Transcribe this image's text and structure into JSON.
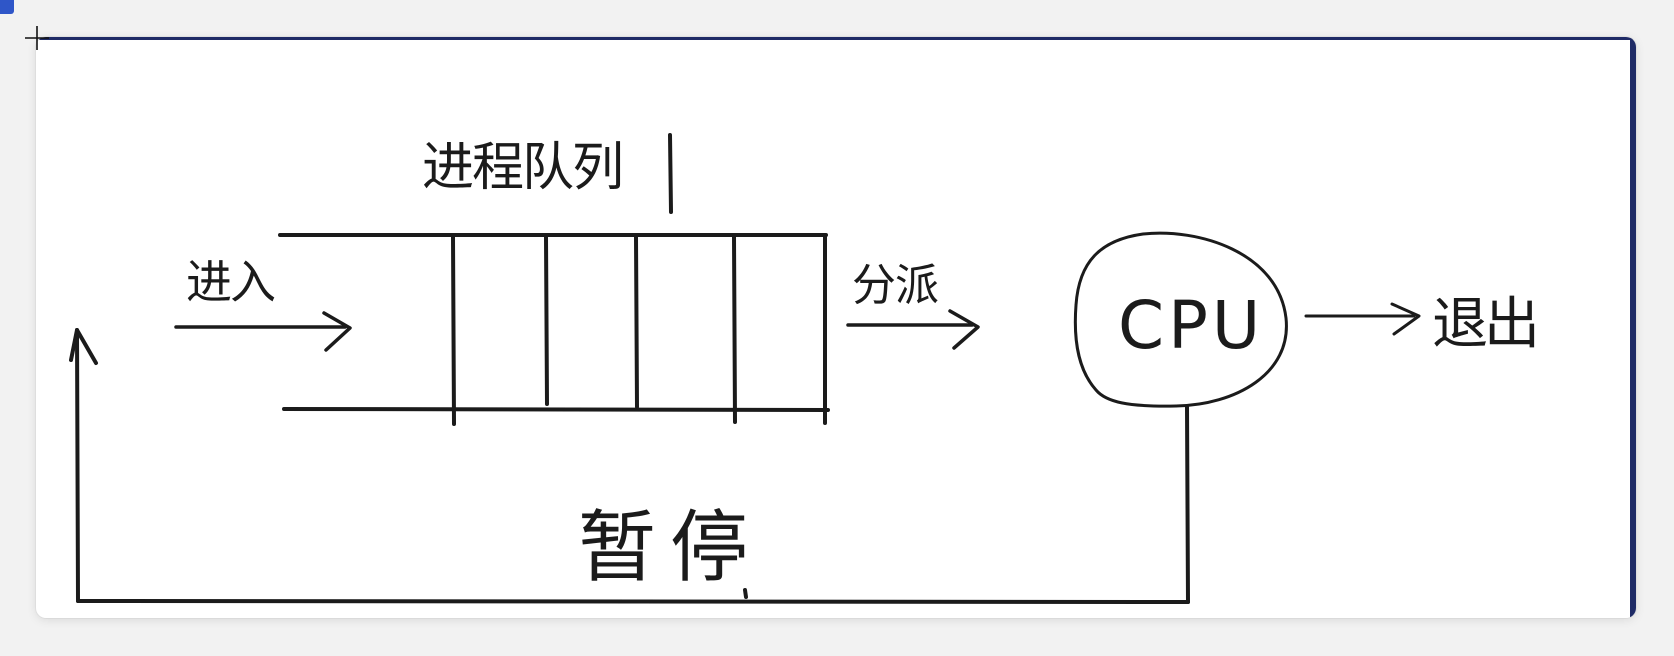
{
  "diagram": {
    "title": "进程队列",
    "enter_label": "进入",
    "dispatch_label": "分派",
    "cpu_label": "CPU",
    "exit_label": "退出",
    "pause_label": "暂停",
    "queue_slot_count": 5
  },
  "colors": {
    "ink": "#1b1b1b",
    "card_border": "#1f2b66",
    "handle": "#2f56c8"
  }
}
